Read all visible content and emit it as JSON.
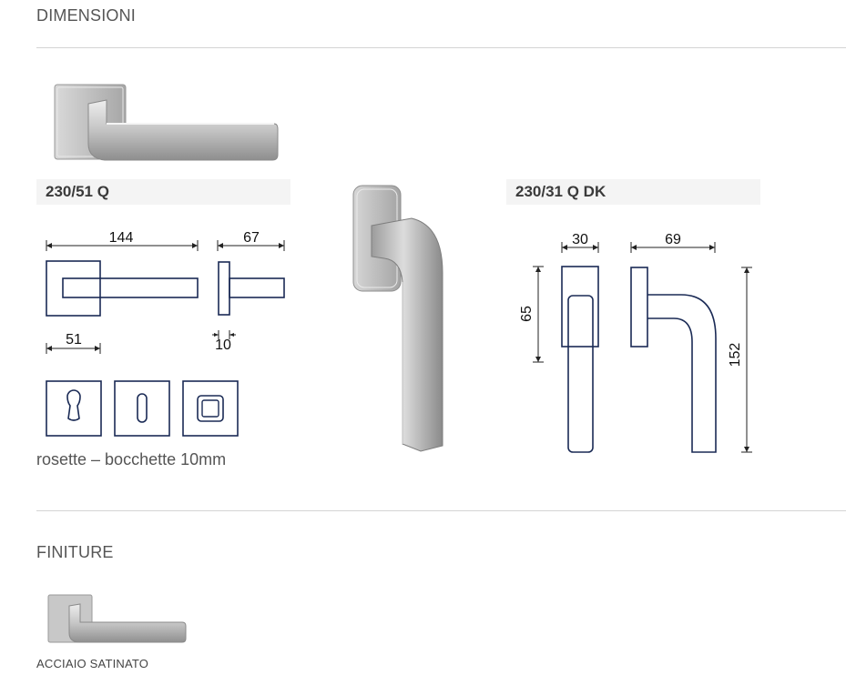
{
  "sections": {
    "dimensions_title": "DIMENSIONI",
    "finishes_title": "FINITURE"
  },
  "products": {
    "door_handle_code": "230/51 Q",
    "window_handle_code": "230/31 Q DK"
  },
  "door_dimensions": {
    "length": "144",
    "depth": "67",
    "rose_width": "51",
    "rose_thickness": "10"
  },
  "window_dimensions": {
    "rose_width": "30",
    "projection": "69",
    "rose_height": "65",
    "total_height": "152"
  },
  "rosettes_caption": "rosette – bocchette 10mm",
  "finishes": [
    {
      "label": "ACCIAIO SATINATO"
    }
  ],
  "colors": {
    "line_drawing": "#1a2a55",
    "dimension_line": "#222222",
    "band_bg": "#f4f4f4",
    "divider": "#d4d4d4"
  },
  "icons": [
    "door-handle-photo-icon",
    "window-handle-photo-icon",
    "finish-swatch-icon"
  ]
}
